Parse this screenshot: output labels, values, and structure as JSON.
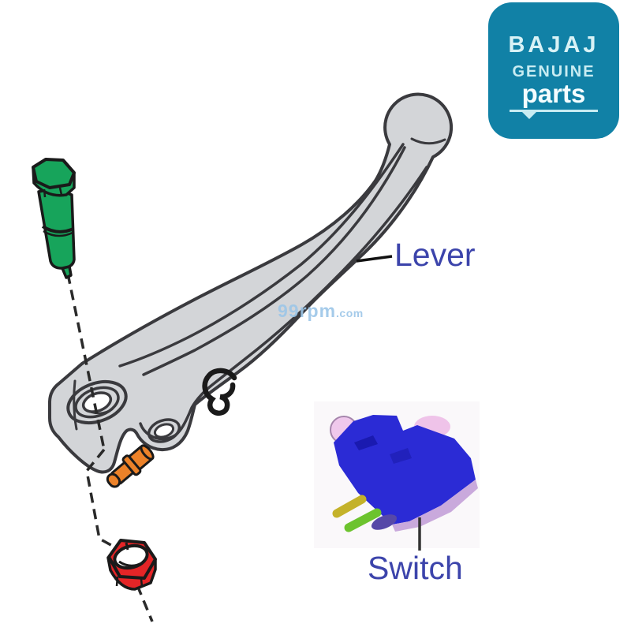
{
  "logo": {
    "brand": "BAJAJ",
    "genuine": "GENUINE",
    "parts": "parts"
  },
  "annotations": {
    "lever": "Lever",
    "switch": "Switch"
  },
  "watermark": {
    "name": "99rpm",
    "domain": ".com"
  },
  "colors": {
    "logo_bg": "#1181A6",
    "logo_text": "#D8F2F6",
    "label_blue": "#3C44AB",
    "watermark_blue": "#9CC6E8",
    "lever_fill": "#D3D5D8",
    "line_dark": "#3A3A3E",
    "bolt_green": "#17A45B",
    "pin_orange": "#EC8229",
    "nut_red": "#E42527",
    "switch_blue": "#2B2BD5",
    "switch_pink": "#EFC8EC",
    "switch_green_tab": "#6CC32E",
    "switch_yellow_tab": "#C4B22A"
  }
}
